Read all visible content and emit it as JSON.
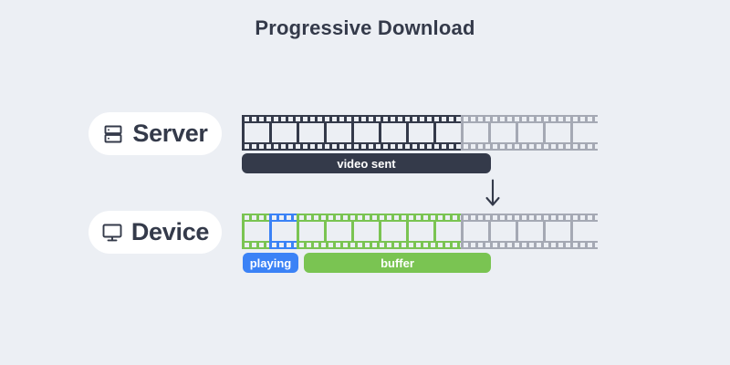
{
  "title": "Progressive Download",
  "colors": {
    "background": "#eceff4",
    "dark": "#343a4a",
    "grey": "#a5a9b4",
    "green": "#7ac champion",
    "green_hex": "#7ac452",
    "blue": "#3b82f6",
    "white": "#ffffff"
  },
  "rows": [
    {
      "id": "server",
      "label": "Server",
      "icon": "server-icon",
      "strip": {
        "total_frames": 13,
        "segments": [
          {
            "name": "sent",
            "color": "#343a4a",
            "frames": 8
          },
          {
            "name": "remaining",
            "color": "#a5a9b4",
            "frames": 5
          }
        ]
      },
      "bars": [
        {
          "name": "video-sent",
          "label": "video sent",
          "color": "#343a4a",
          "text_color": "#ffffff"
        }
      ]
    },
    {
      "id": "device",
      "label": "Device",
      "icon": "monitor-icon",
      "strip": {
        "total_frames": 13,
        "segments": [
          {
            "name": "played",
            "color": "#7ac452",
            "frames": 1
          },
          {
            "name": "playing",
            "color": "#3b82f6",
            "frames": 1
          },
          {
            "name": "buffered",
            "color": "#7ac452",
            "frames": 6
          },
          {
            "name": "not-downloaded",
            "color": "#a5a9b4",
            "frames": 5
          }
        ]
      },
      "bars": [
        {
          "name": "playing",
          "label": "playing",
          "color": "#3b82f6",
          "text_color": "#ffffff"
        },
        {
          "name": "buffer",
          "label": "buffer",
          "color": "#7ac452",
          "text_color": "#ffffff"
        }
      ]
    }
  ],
  "arrow": {
    "name": "download-arrow-icon",
    "direction": "down"
  }
}
